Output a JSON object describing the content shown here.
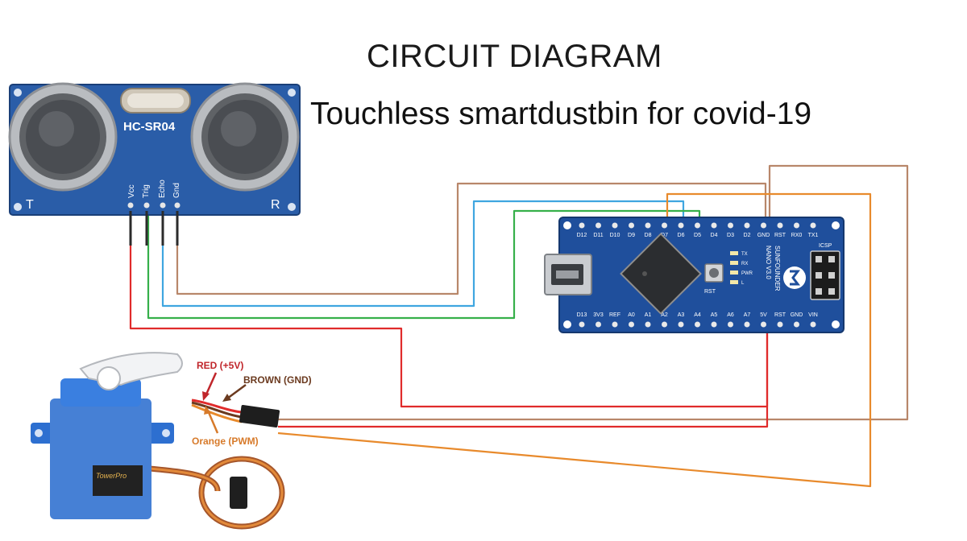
{
  "title": "CIRCUIT DIAGRAM",
  "subtitle": "Touchless smartdustbin for covid-19",
  "sensor": {
    "model": "HC-SR04",
    "pins": [
      "Vcc",
      "Trig",
      "Echo",
      "Gnd"
    ],
    "corner_left": "T",
    "corner_right": "R"
  },
  "board": {
    "top_pins": [
      "D12",
      "D11",
      "D10",
      "D9",
      "D8",
      "D7",
      "D6",
      "D5",
      "D4",
      "D3",
      "D2",
      "GND",
      "RST",
      "RX0",
      "TX1"
    ],
    "bottom_pins": [
      "D13",
      "3V3",
      "REF",
      "A0",
      "A1",
      "A2",
      "A3",
      "A4",
      "A5",
      "A6",
      "A7",
      "5V",
      "RST",
      "GND",
      "VIN"
    ],
    "icsp_label": "ICSP",
    "brand_lines": [
      "SUNFOUNDER",
      "NANO V3.0"
    ],
    "led_labels": [
      "TX",
      "RX",
      "PWR",
      "L"
    ],
    "button_label": "RST"
  },
  "servo": {
    "brand": "TowerPro",
    "labels": {
      "red": "RED (+5V)",
      "brown": "BROWN (GND)",
      "orange": "Orange (PWM)"
    }
  },
  "colors": {
    "wire_brown": "#b8876a",
    "wire_blue": "#3fa6e0",
    "wire_green": "#36b04a",
    "wire_red": "#e02b2b",
    "wire_orange": "#e88a2c",
    "board_blue": "#1f4f9c",
    "sensor_blue": "#2a5da8",
    "servo_blue": "#2d6fd0",
    "label_red": "#c0262b",
    "label_brown": "#6b3a1f",
    "label_orange": "#d77a2a"
  }
}
